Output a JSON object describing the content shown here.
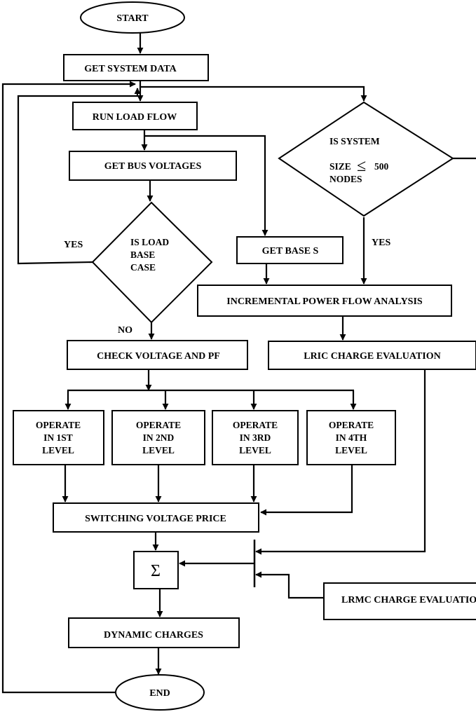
{
  "nodes": {
    "start": "START",
    "get_system_data": "GET SYSTEM DATA",
    "run_load_flow": "RUN LOAD FLOW",
    "get_bus_voltages": "GET BUS VOLTAGES",
    "is_load_base_case": [
      "IS LOAD",
      "BASE",
      "CASE"
    ],
    "is_system_size": {
      "line1": "IS SYSTEM",
      "size_prefix": "SIZE",
      "operator": "≤",
      "size_value": "500",
      "line3": "NODES"
    },
    "get_base_s": "GET BASE S",
    "incremental_power_flow": "INCREMENTAL POWER FLOW ANALYSIS",
    "check_voltage_pf": "CHECK VOLTAGE AND PF",
    "lric_charge": "LRIC CHARGE EVALUATION",
    "operate_levels": [
      [
        "OPERATE",
        "IN 1ST",
        "LEVEL"
      ],
      [
        "OPERATE",
        "IN 2ND",
        "LEVEL"
      ],
      [
        "OPERATE",
        "IN 3RD",
        "LEVEL"
      ],
      [
        "OPERATE",
        "IN 4TH",
        "LEVEL"
      ]
    ],
    "switching_voltage_price": "SWITCHING VOLTAGE PRICE",
    "sum_symbol": "Σ",
    "lrmc_charge": "LRMC CHARGE EVALUATION",
    "dynamic_charges": "DYNAMIC CHARGES",
    "end": "END"
  },
  "edge_labels": {
    "yes_load": "YES",
    "no_load": "NO",
    "yes_size": "YES"
  }
}
